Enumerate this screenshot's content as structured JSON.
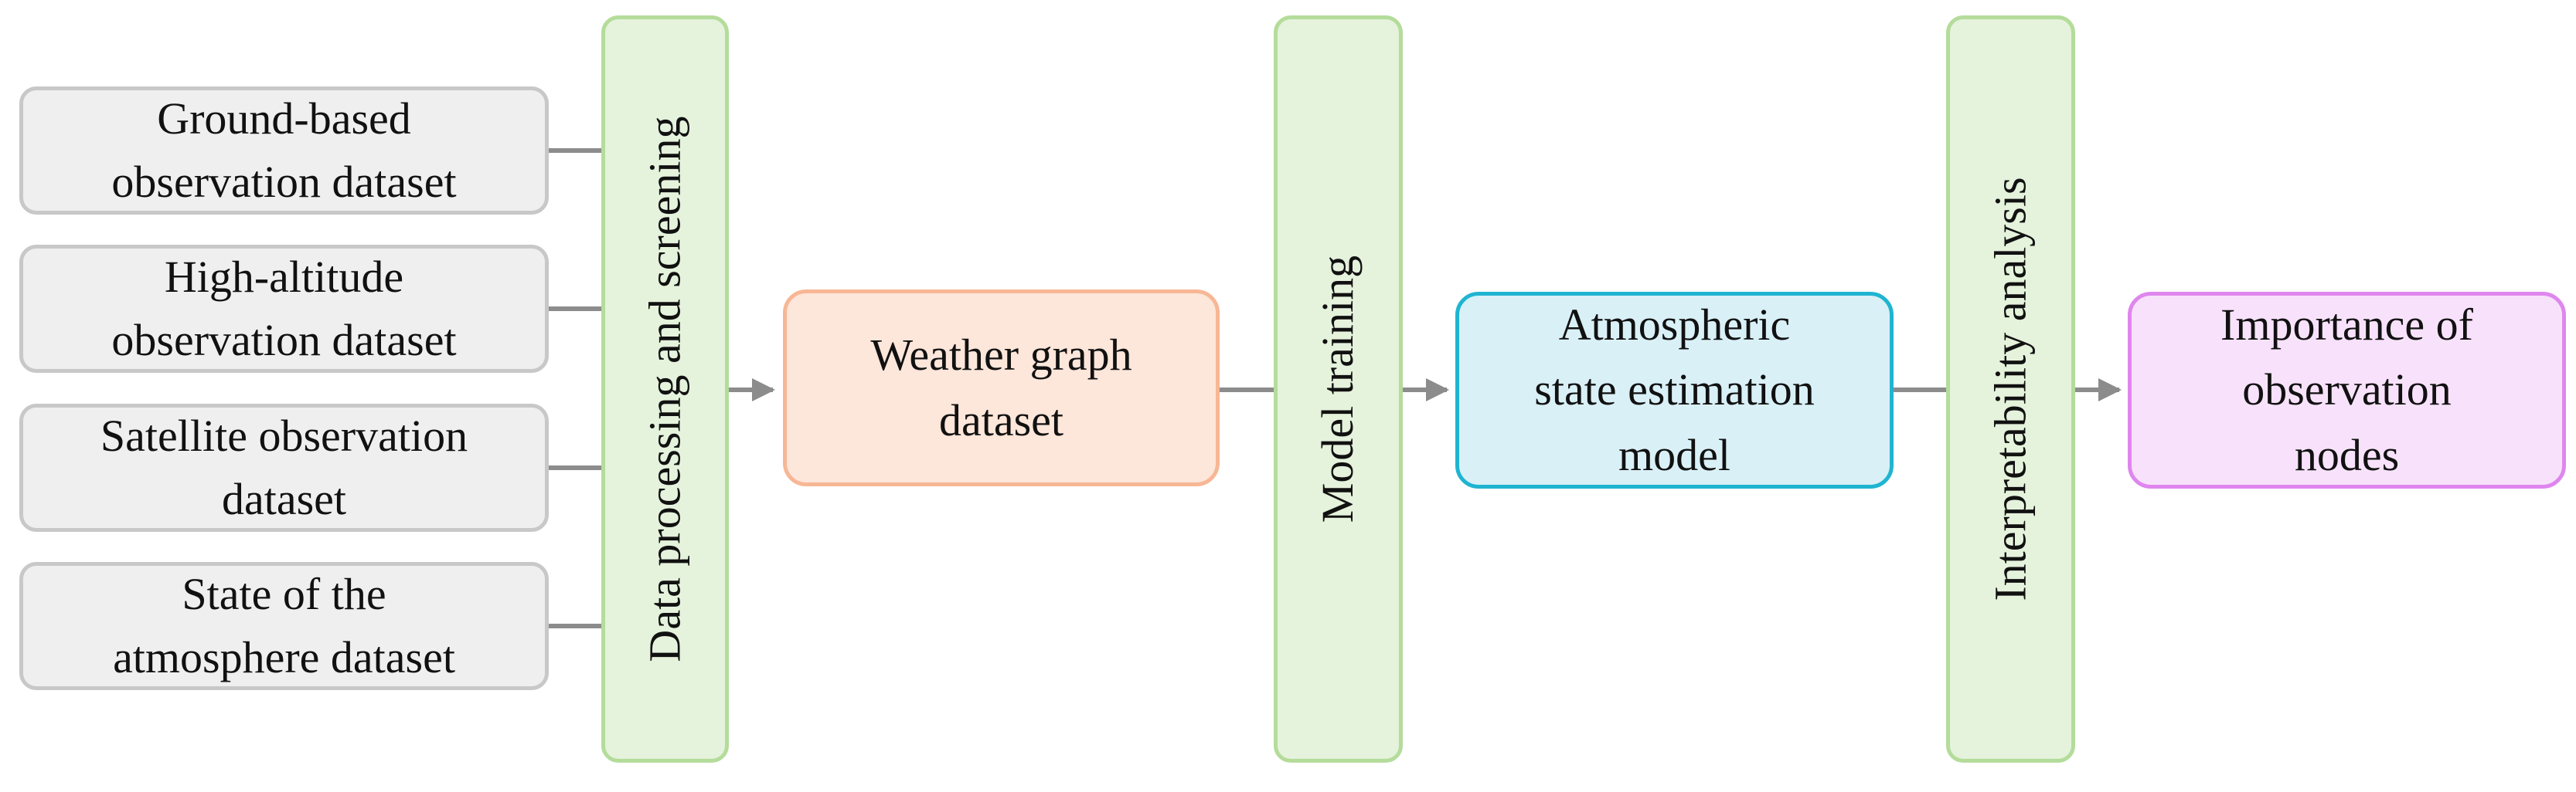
{
  "inputs": [
    {
      "label": "Ground-based\nobservation dataset"
    },
    {
      "label": "High-altitude\nobservation dataset"
    },
    {
      "label": "Satellite observation\ndataset"
    },
    {
      "label": "State of the\natmosphere dataset"
    }
  ],
  "stages": {
    "processing": "Data processing and screening",
    "training": "Model training",
    "analysis": "Interpretability analysis"
  },
  "results": {
    "weather_graph": "Weather graph\ndataset",
    "model": "Atmospheric\nstate estimation\nmodel",
    "importance": "Importance of\nobservation\nnodes"
  },
  "colors": {
    "connector": "#8c8c8c",
    "input_fill": "#efefef",
    "input_border": "#c8c8c8",
    "stage_fill": "#e5f2dc",
    "stage_border": "#b4dc9a",
    "weather_fill": "#fde6da",
    "weather_border": "#f7b795",
    "model_fill": "#d9f0f7",
    "model_border": "#1fb5d1",
    "importance_fill": "#f8e2fb",
    "importance_border": "#df86ee"
  }
}
